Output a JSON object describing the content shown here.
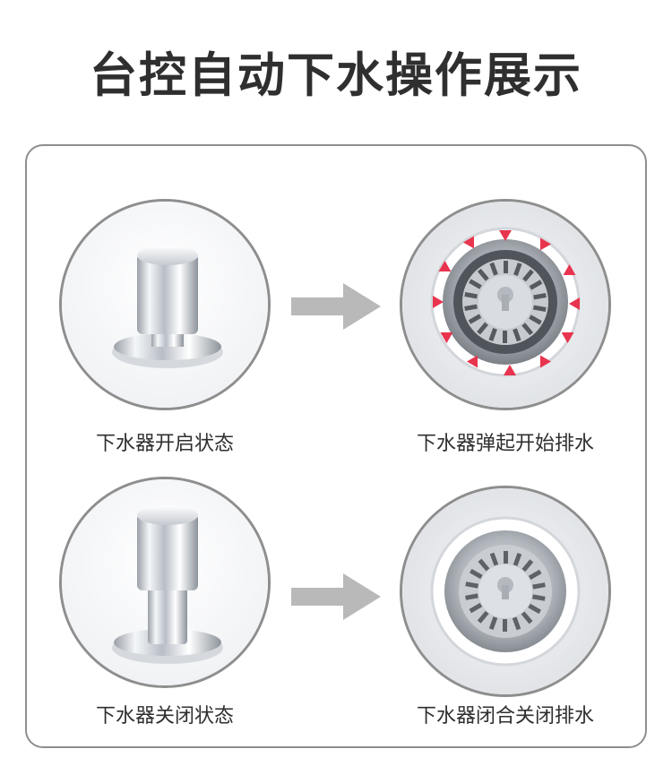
{
  "page": {
    "title": "台控自动下水操作展示"
  },
  "rows": [
    {
      "left_caption": "下水器开启状态",
      "right_caption": "下水器弹起开始排水"
    },
    {
      "left_caption": "下水器关闭状态",
      "right_caption": "下水器闭合关闭排水"
    }
  ],
  "colors": {
    "frame": "#8e8e8e",
    "arrow": "#b9b9b9",
    "flow_arrows": "#e8344e"
  }
}
